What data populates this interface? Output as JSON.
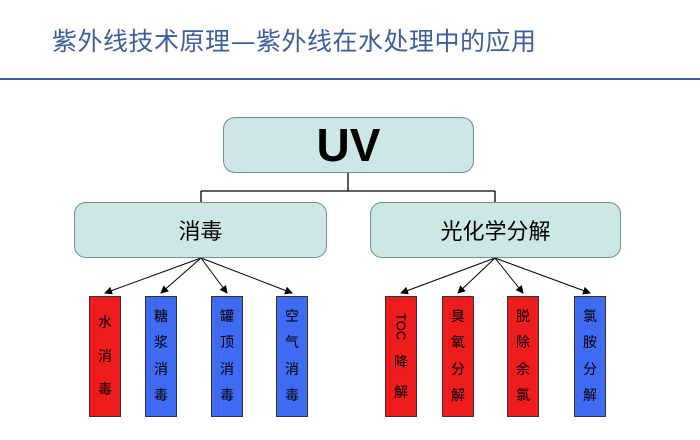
{
  "title": "紫外线技术原理—紫外线在水处理中的应用",
  "root": {
    "label": "UV"
  },
  "branches": [
    {
      "label": "消毒",
      "leaves": [
        {
          "text": [
            "水",
            "消",
            "毒"
          ],
          "color": "#ee1c1c"
        },
        {
          "text": [
            "糖",
            "浆",
            "消",
            "毒"
          ],
          "color": "#3f6af2"
        },
        {
          "text": [
            "罐",
            "顶",
            "消",
            "毒"
          ],
          "color": "#3f6af2"
        },
        {
          "text": [
            "空",
            "气",
            "消",
            "毒"
          ],
          "color": "#3f6af2"
        }
      ]
    },
    {
      "label": "光化学分解",
      "leaves": [
        {
          "text": [
            "TOC",
            "降",
            "解"
          ],
          "color": "#ee1c1c"
        },
        {
          "text": [
            "臭",
            "氧",
            "分",
            "解"
          ],
          "color": "#ee1c1c"
        },
        {
          "text": [
            "脱",
            "除",
            "余",
            "氯"
          ],
          "color": "#ee1c1c"
        },
        {
          "text": [
            "氯",
            "胺",
            "分",
            "解"
          ],
          "color": "#3f6af2"
        }
      ]
    }
  ]
}
